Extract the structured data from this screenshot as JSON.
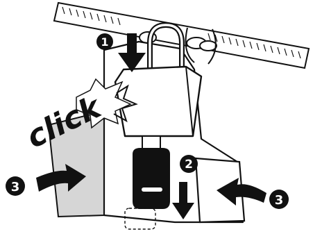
{
  "illustration": {
    "sound_word": "click",
    "steps": [
      {
        "number": "1"
      },
      {
        "number": "2"
      },
      {
        "number": "3"
      },
      {
        "number": "3"
      }
    ],
    "colors": {
      "ink": "#111111",
      "paper": "#ffffff",
      "strap_gray": "#d6d6d6"
    }
  }
}
